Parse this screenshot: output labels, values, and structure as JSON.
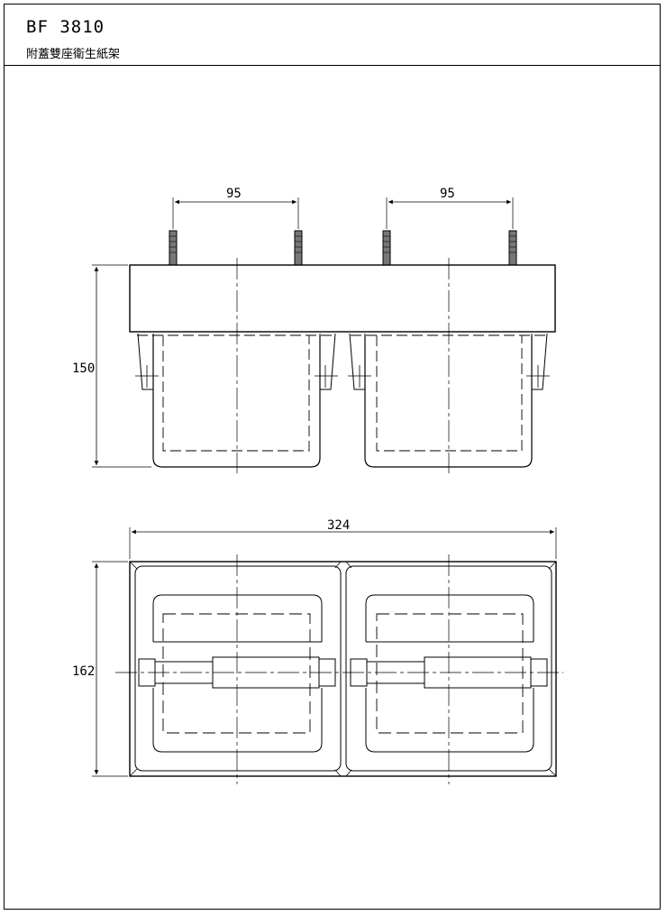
{
  "header": {
    "model": "BF 3810",
    "name": "附蓋雙座衛生紙架"
  },
  "dimensions": {
    "front_spacing_left": "95",
    "front_spacing_right": "95",
    "front_height": "150",
    "top_width": "324",
    "top_depth": "162"
  }
}
